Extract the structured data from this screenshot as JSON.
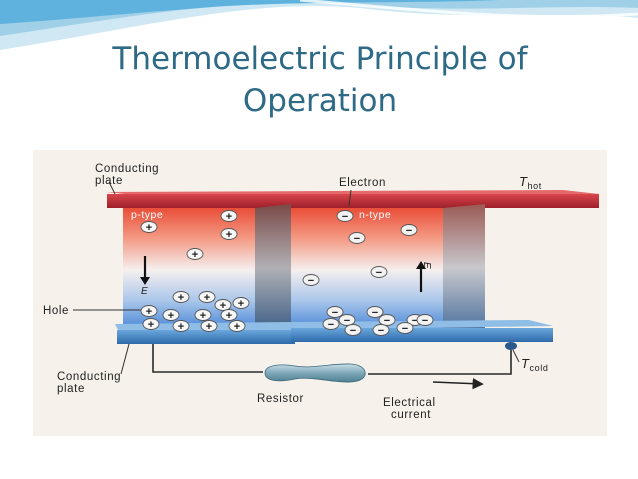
{
  "slide": {
    "title_line1": "Thermoelectric Principle of",
    "title_line2": "Operation",
    "accent_color": "#2e6a86"
  },
  "diagram": {
    "labels": {
      "top_conducting_line1": "Conducting",
      "top_conducting_line2": "plate",
      "electron": "Electron",
      "t_hot_symbol": "T",
      "t_hot_sub": "hot",
      "p_type": "p-type",
      "n_type": "n-type",
      "field_p": "E",
      "field_n": "E",
      "hole": "Hole",
      "bottom_conducting_line1": "Conducting",
      "bottom_conducting_line2": "plate",
      "t_cold_symbol": "T",
      "t_cold_sub": "cold",
      "resistor": "Resistor",
      "current_line1": "Electrical",
      "current_line2": "current"
    },
    "symbols": {
      "hole": "+",
      "electron": "−"
    },
    "colors": {
      "hot_plate": "#c7333b",
      "cold_plate": "#3f86c4",
      "hot_gradient": "#e8553f",
      "cold_gradient": "#4f8fd6"
    }
  }
}
